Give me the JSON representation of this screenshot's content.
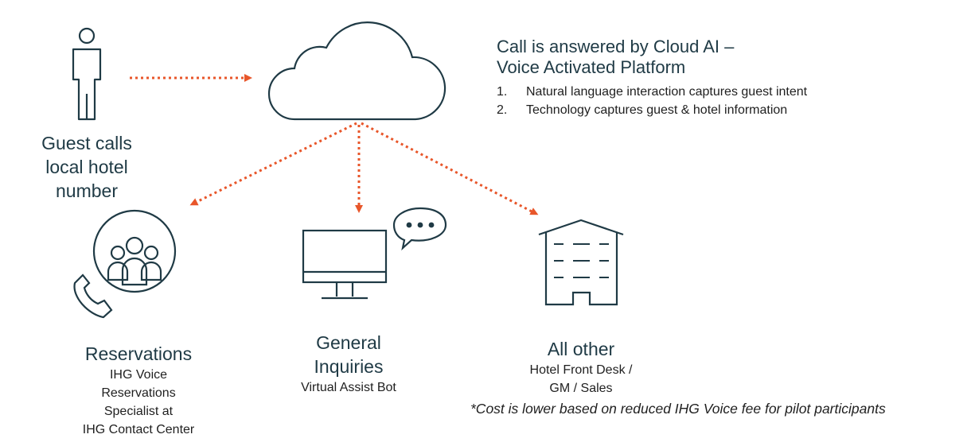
{
  "guest": {
    "lines": [
      "Guest calls",
      "local hotel",
      "number"
    ]
  },
  "platform": {
    "title_lines": [
      "Call is answered by Cloud AI –",
      "Voice Activated Platform"
    ],
    "steps": [
      {
        "num": "1.",
        "text": "Natural language interaction captures guest intent"
      },
      {
        "num": "2.",
        "text": "Technology captures guest & hotel information"
      }
    ]
  },
  "reservations": {
    "title": "Reservations",
    "detail_lines": [
      "IHG Voice",
      "Reservations",
      "Specialist at",
      "IHG Contact Center"
    ]
  },
  "general": {
    "title_lines": [
      "General",
      "Inquiries"
    ],
    "detail": "Virtual Assist Bot"
  },
  "other": {
    "title": "All other",
    "detail_lines": [
      "Hotel Front Desk /",
      "GM / Sales"
    ]
  },
  "note": "*Cost is lower based on reduced IHG Voice fee for pilot participants",
  "colors": {
    "icon_stroke": "#1f3a45",
    "arrow": "#e8562a"
  },
  "icons": [
    "person-icon",
    "cloud-icon",
    "phone-group-icon",
    "monitor-chat-icon",
    "building-icon"
  ]
}
